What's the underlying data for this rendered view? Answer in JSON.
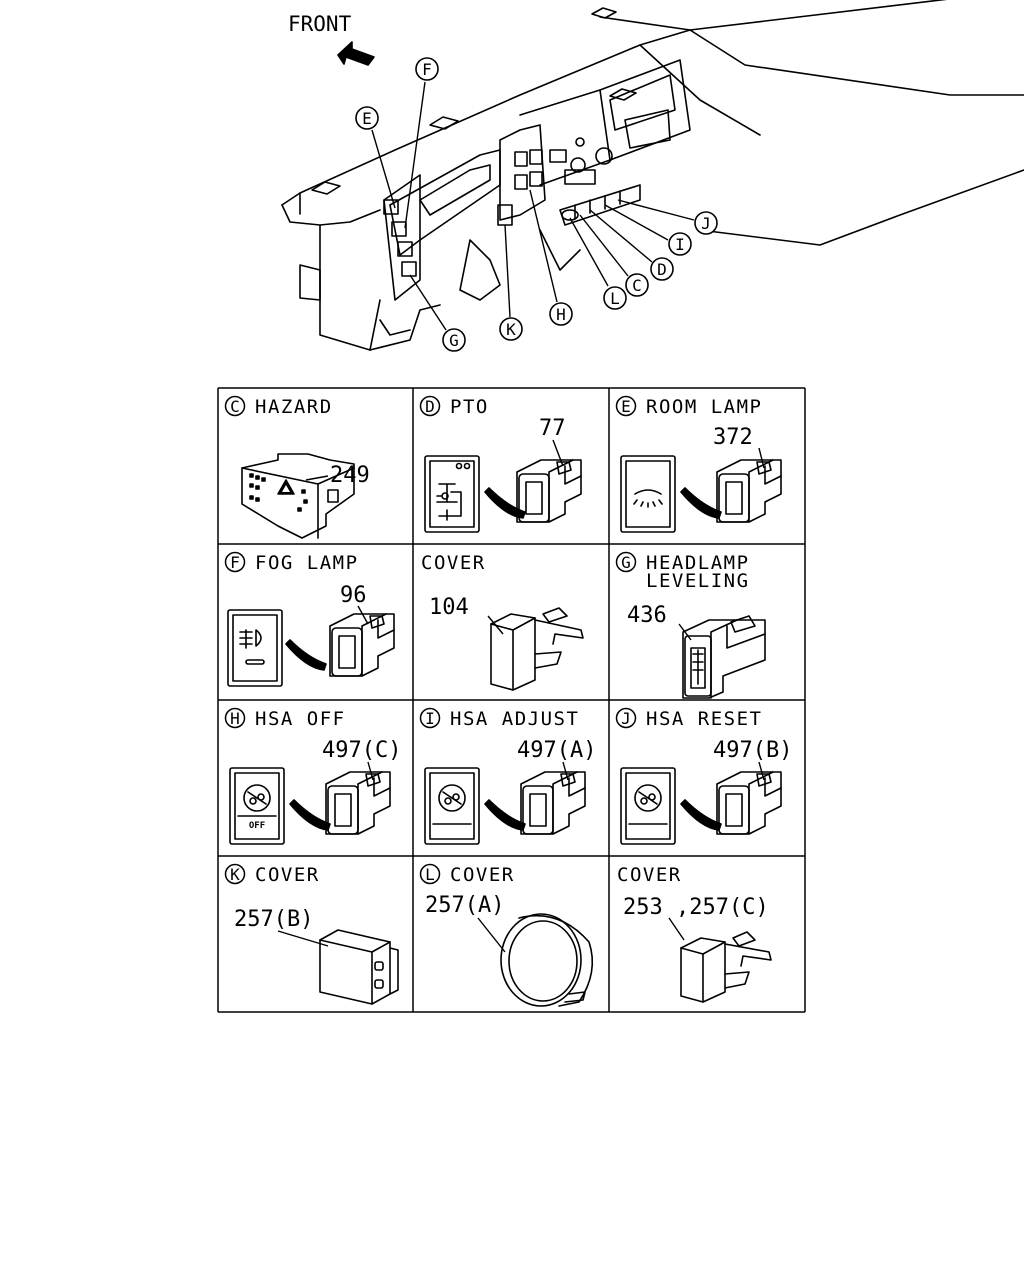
{
  "overview": {
    "front_label": "FRONT",
    "callouts": [
      {
        "letter": "E"
      },
      {
        "letter": "F"
      },
      {
        "letter": "J"
      },
      {
        "letter": "I"
      },
      {
        "letter": "D"
      },
      {
        "letter": "C"
      },
      {
        "letter": "L"
      },
      {
        "letter": "H"
      },
      {
        "letter": "K"
      },
      {
        "letter": "G"
      }
    ]
  },
  "cells": [
    {
      "letter": "C",
      "title": "HAZARD",
      "title2": "",
      "part": "249"
    },
    {
      "letter": "D",
      "title": "PTO",
      "title2": "",
      "part": "77"
    },
    {
      "letter": "E",
      "title": "ROOM LAMP",
      "title2": "",
      "part": "372"
    },
    {
      "letter": "F",
      "title": "FOG LAMP",
      "title2": "",
      "part": "96"
    },
    {
      "letter": "",
      "title": "COVER",
      "title2": "",
      "part": "104"
    },
    {
      "letter": "G",
      "title": "HEADLAMP",
      "title2": "LEVELING",
      "part": "436"
    },
    {
      "letter": "H",
      "title": "HSA OFF",
      "title2": "",
      "part": "497(C)"
    },
    {
      "letter": "I",
      "title": "HSA ADJUST",
      "title2": "",
      "part": "497(A)"
    },
    {
      "letter": "J",
      "title": "HSA RESET",
      "title2": "",
      "part": "497(B)"
    },
    {
      "letter": "K",
      "title": "COVER",
      "title2": "",
      "part": "257(B)"
    },
    {
      "letter": "L",
      "title": "COVER",
      "title2": "",
      "part": "257(A)"
    },
    {
      "letter": "",
      "title": "COVER",
      "title2": "",
      "part": "253 ,257(C)"
    }
  ],
  "icon_texts": {
    "hsa_off": "OFF"
  }
}
